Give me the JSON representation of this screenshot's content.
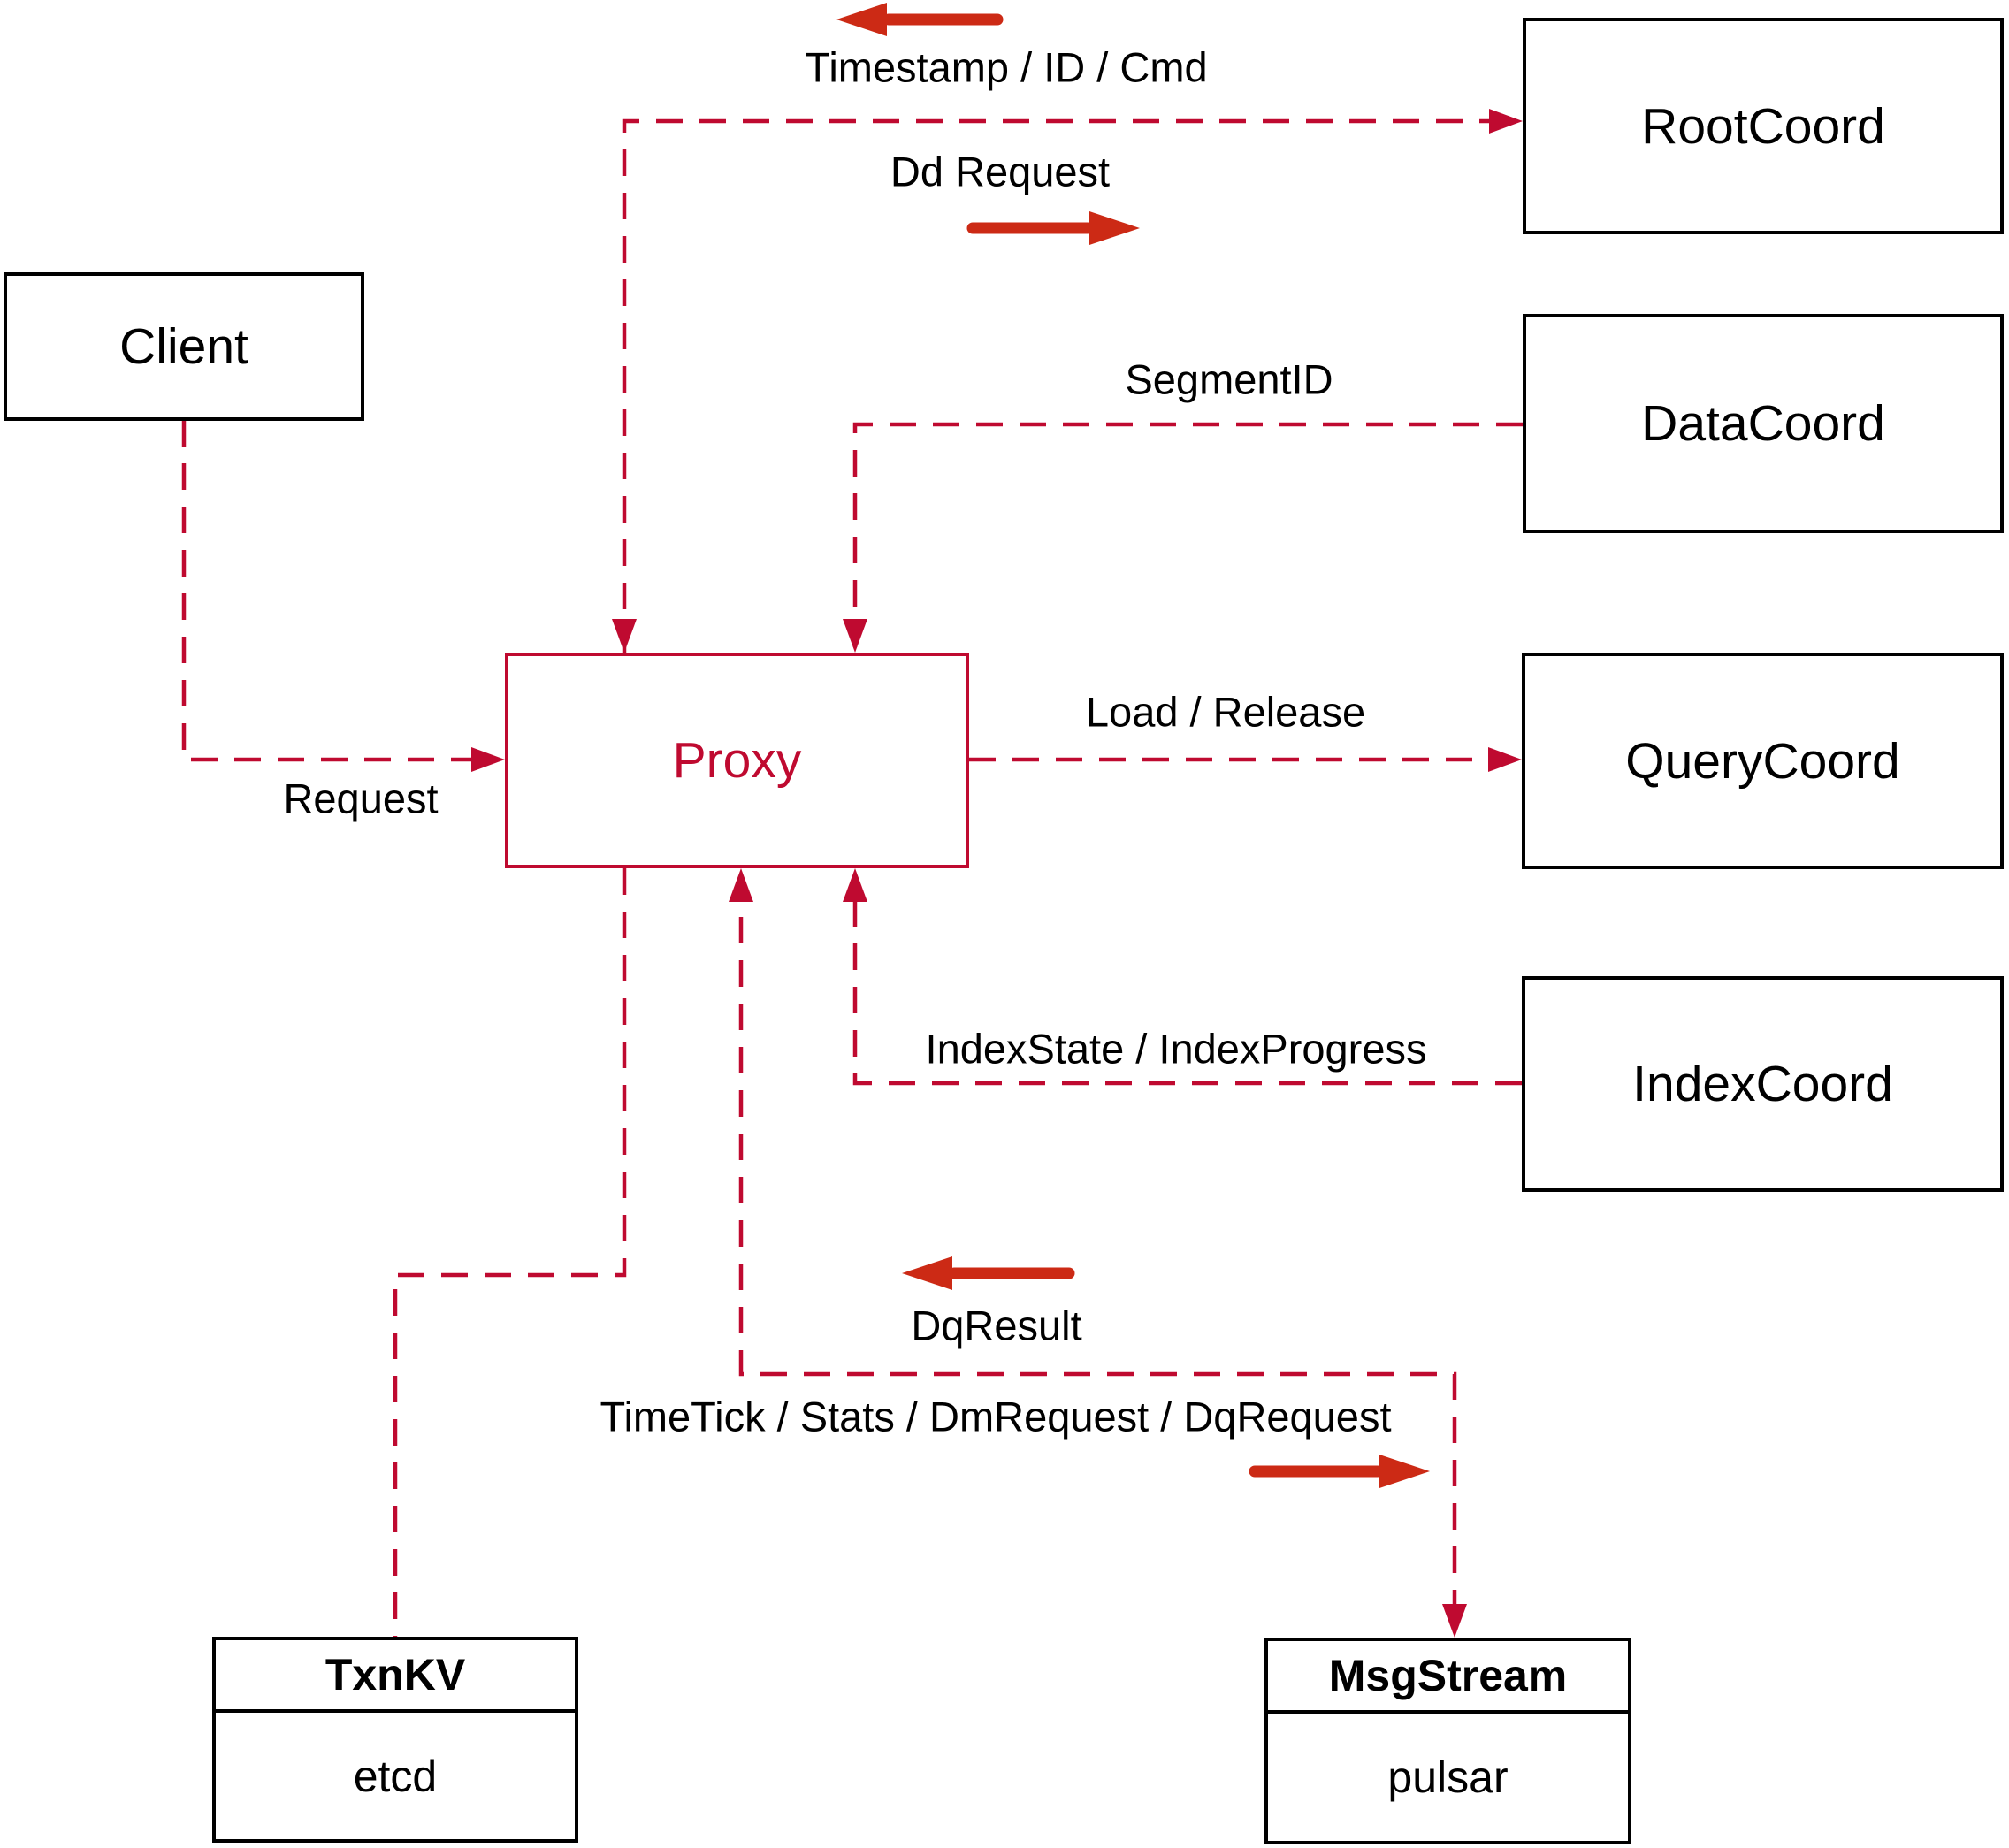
{
  "colors": {
    "dashed_line": "#BF0A30",
    "solid_arrow": "#CC2A15",
    "box_border": "#000000",
    "text": "#000000",
    "background": "#FFFFFF"
  },
  "nodes": {
    "client": {
      "label": "Client"
    },
    "proxy": {
      "label": "Proxy"
    },
    "rootcoord": {
      "label": "RootCoord"
    },
    "datacoord": {
      "label": "DataCoord"
    },
    "querycoord": {
      "label": "QueryCoord"
    },
    "indexcoord": {
      "label": "IndexCoord"
    },
    "txnkv": {
      "title": "TxnKV",
      "subtitle": "etcd"
    },
    "msgstream": {
      "title": "MsgStream",
      "subtitle": "pulsar"
    }
  },
  "edges": {
    "proxy_rootcoord": {
      "from": "Proxy",
      "to": "RootCoord",
      "label_return": "Timestamp / ID / Cmd",
      "label_send": "Dd Request"
    },
    "datacoord_proxy": {
      "from": "DataCoord",
      "to": "Proxy",
      "label": "SegmentID"
    },
    "client_proxy": {
      "from": "Client",
      "to": "Proxy",
      "label": "Request"
    },
    "proxy_querycoord": {
      "from": "Proxy",
      "to": "QueryCoord",
      "label": "Load / Release"
    },
    "indexcoord_proxy": {
      "from": "IndexCoord",
      "to": "Proxy",
      "label": "IndexState / IndexProgress"
    },
    "proxy_msgstream": {
      "from": "Proxy",
      "to": "MsgStream",
      "label_return": "DqResult",
      "label_send": "TimeTick / Stats / DmRequest / DqRequest"
    },
    "proxy_txnkv": {
      "from": "Proxy",
      "to": "TxnKV"
    }
  }
}
